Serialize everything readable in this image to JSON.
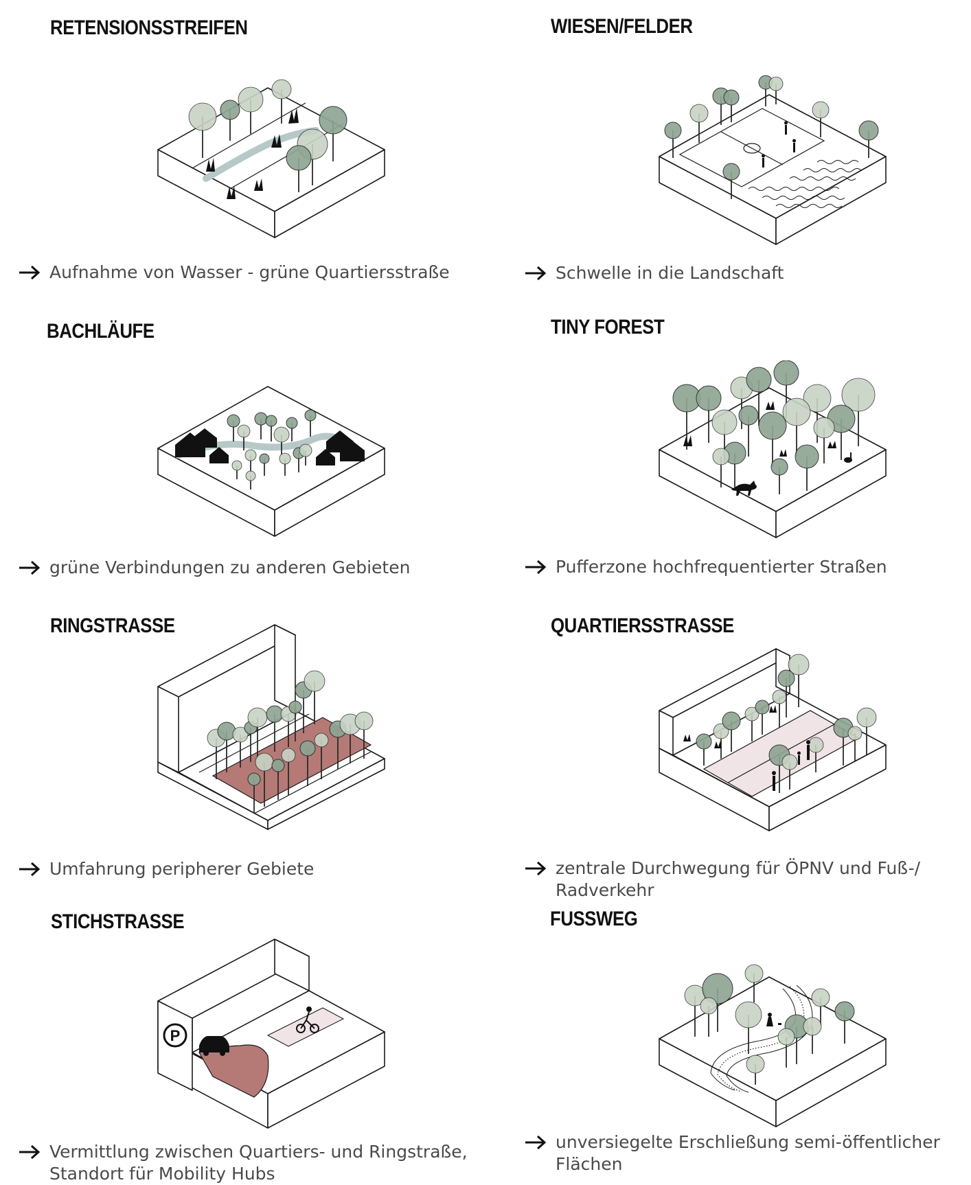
{
  "colors": {
    "tree_dark": "#8fa593",
    "tree_light": "#c7d3c4",
    "ring_road": "#b57a76",
    "district_road": "#f0e4e6",
    "water": "#b7c8c8",
    "caption_text": "#4a4a4a"
  },
  "panels": [
    {
      "key": "retention",
      "title": "RETENSIONSSTREIFEN",
      "caption": "Aufnahme von Wasser - grüne Quartiersstraße"
    },
    {
      "key": "meadows",
      "title": "WIESEN/FELDER",
      "caption": "Schwelle in die Landschaft"
    },
    {
      "key": "streams",
      "title": "BACHLÄUFE",
      "caption": "grüne Verbindungen zu anderen Gebieten"
    },
    {
      "key": "forest",
      "title": "TINY FOREST",
      "caption": "Pufferzone hochfrequentierter Straßen"
    },
    {
      "key": "ring",
      "title": "RINGSTRASSE",
      "caption": "Umfahrung peripherer Gebiete"
    },
    {
      "key": "district",
      "title": "QUARTIERSSTRASSE",
      "caption": "zentrale Durchwegung für ÖPNV und Fuß-/ Radverkehr"
    },
    {
      "key": "spur",
      "title": "STICHSTRASSE",
      "caption": "Vermittlung zwischen Quartiers- und Ringstraße, Standort für Mobility Hubs"
    },
    {
      "key": "footpath",
      "title": "FUSSWEG",
      "caption": "unversiegelte Erschließung semi-öffentlicher Flächen"
    }
  ],
  "labels": {
    "parking": "P"
  },
  "icons": [
    "arrow-right-icon",
    "tree-icon",
    "house-icon",
    "grass-icon",
    "car-icon",
    "bicycle-icon",
    "pedestrian-icon",
    "fox-icon",
    "rabbit-icon"
  ]
}
